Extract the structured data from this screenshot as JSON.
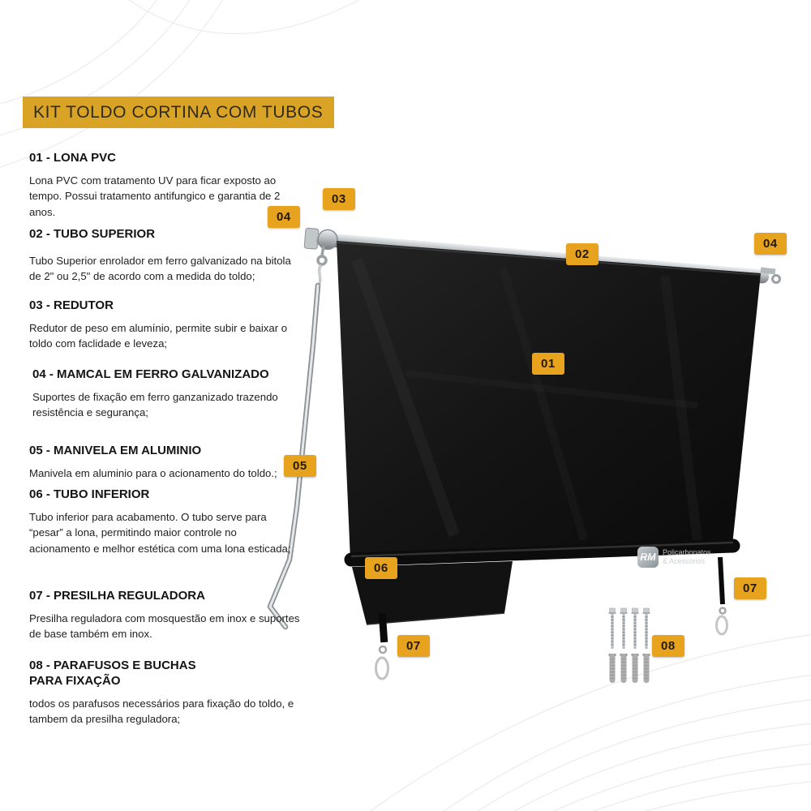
{
  "title": "KIT TOLDO CORTINA COM TUBOS",
  "sections": [
    {
      "heading": "01 - LONA PVC",
      "body": "Lona PVC com tratamento UV para ficar exposto ao tempo. Possui tratamento antifungico e garantia de 2 anos."
    },
    {
      "heading": "02 - TUBO SUPERIOR",
      "body": "Tubo Superior enrolador em ferro galvanizado na bitola de 2\" ou 2,5\" de acordo com a medida do toldo;"
    },
    {
      "heading": "03 - REDUTOR",
      "body": "Redutor de peso em alumínio, permite subir e baixar o toldo com faclidade e leveza;"
    },
    {
      "heading": "04 - MAMCAL  EM FERRO GALVANIZADO",
      "body": "Suportes de fixação em ferro ganzanizado trazendo resistência e segurança;"
    },
    {
      "heading": "05 - MANIVELA EM ALUMINIO",
      "body": "Manivela em aluminio para o acionamento do toldo.;"
    },
    {
      "heading": "06 - TUBO INFERIOR",
      "body": "Tubo inferior para acabamento. O tubo serve para “pesar” a lona, permitindo maior controle no acionamento e melhor estética com uma lona esticada;"
    },
    {
      "heading": "07 - PRESILHA REGULADORA",
      "body": "Presilha reguladora com mosquestão em inox e suportes de base também em inox."
    },
    {
      "heading": "08 - PARAFUSOS E BUCHAS PARA FIXAÇÃO",
      "body": "todos os parafusos necessários para fixação do toldo, e tambem da presilha reguladora;"
    }
  ],
  "badges": [
    {
      "num": "03"
    },
    {
      "num": "04"
    },
    {
      "num": "02"
    },
    {
      "num": "04"
    },
    {
      "num": "01"
    },
    {
      "num": "05"
    },
    {
      "num": "06"
    },
    {
      "num": "07"
    },
    {
      "num": "07"
    },
    {
      "num": "08"
    }
  ],
  "watermark": {
    "logo": "RM",
    "line1": "Policarbonatos",
    "line2": "& Acessórios"
  },
  "colors": {
    "badge": "#E8A31E",
    "title_bg": "#D9A426",
    "canvas": "#121212"
  }
}
